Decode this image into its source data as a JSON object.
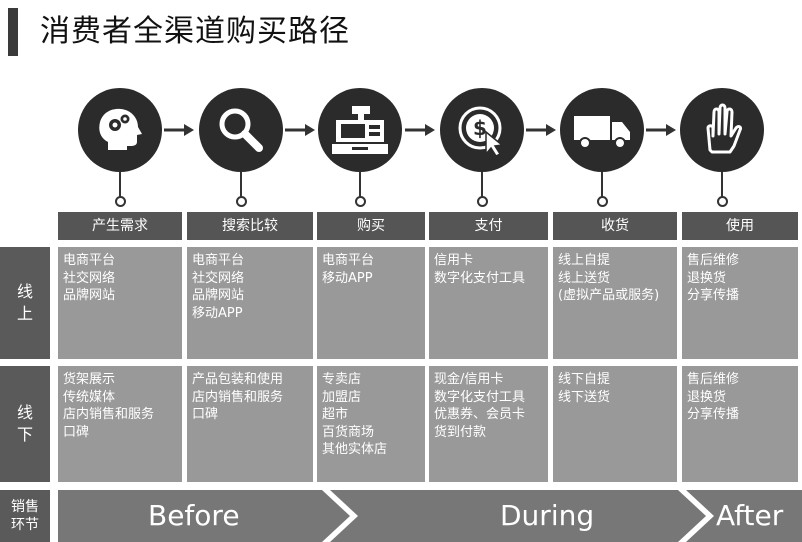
{
  "title": "消费者全渠道购买路径",
  "stages": [
    {
      "label": "产生需求",
      "icon": "head-gears-icon"
    },
    {
      "label": "搜索比较",
      "icon": "magnifier-icon"
    },
    {
      "label": "购买",
      "icon": "cash-register-icon"
    },
    {
      "label": "支付",
      "icon": "dollar-click-icon"
    },
    {
      "label": "收货",
      "icon": "delivery-truck-icon"
    },
    {
      "label": "使用",
      "icon": "hand-icon"
    }
  ],
  "rows": {
    "online": {
      "label": "线\n上"
    },
    "offline": {
      "label": "线\n下"
    },
    "phase": {
      "label": "销售\n环节"
    }
  },
  "online_cells": [
    [
      "电商平台",
      "社交网络",
      "品牌网站"
    ],
    [
      "电商平台",
      "社交网络",
      "品牌网站",
      "移动APP"
    ],
    [
      "电商平台",
      "移动APP"
    ],
    [
      "信用卡",
      "数字化支付工具"
    ],
    [
      "线上自提",
      "线上送货",
      "(虚拟产品或服务)"
    ],
    [
      "售后维修",
      "退换货",
      "分享传播"
    ]
  ],
  "offline_cells": [
    [
      "货架展示",
      "传统媒体",
      "店内销售和服务",
      "口碑"
    ],
    [
      "产品包装和使用",
      "店内销售和服务",
      "口碑"
    ],
    [
      "专卖店",
      "加盟店",
      "超市",
      "百货商场",
      "其他实体店"
    ],
    [
      "现金/信用卡",
      "数字化支付工具",
      "优惠券、会员卡",
      "货到付款"
    ],
    [
      "线下自提",
      "线下送货"
    ],
    [
      "售后维修",
      "退换货",
      "分享传播"
    ]
  ],
  "phases": [
    "Before",
    "During",
    "After"
  ]
}
